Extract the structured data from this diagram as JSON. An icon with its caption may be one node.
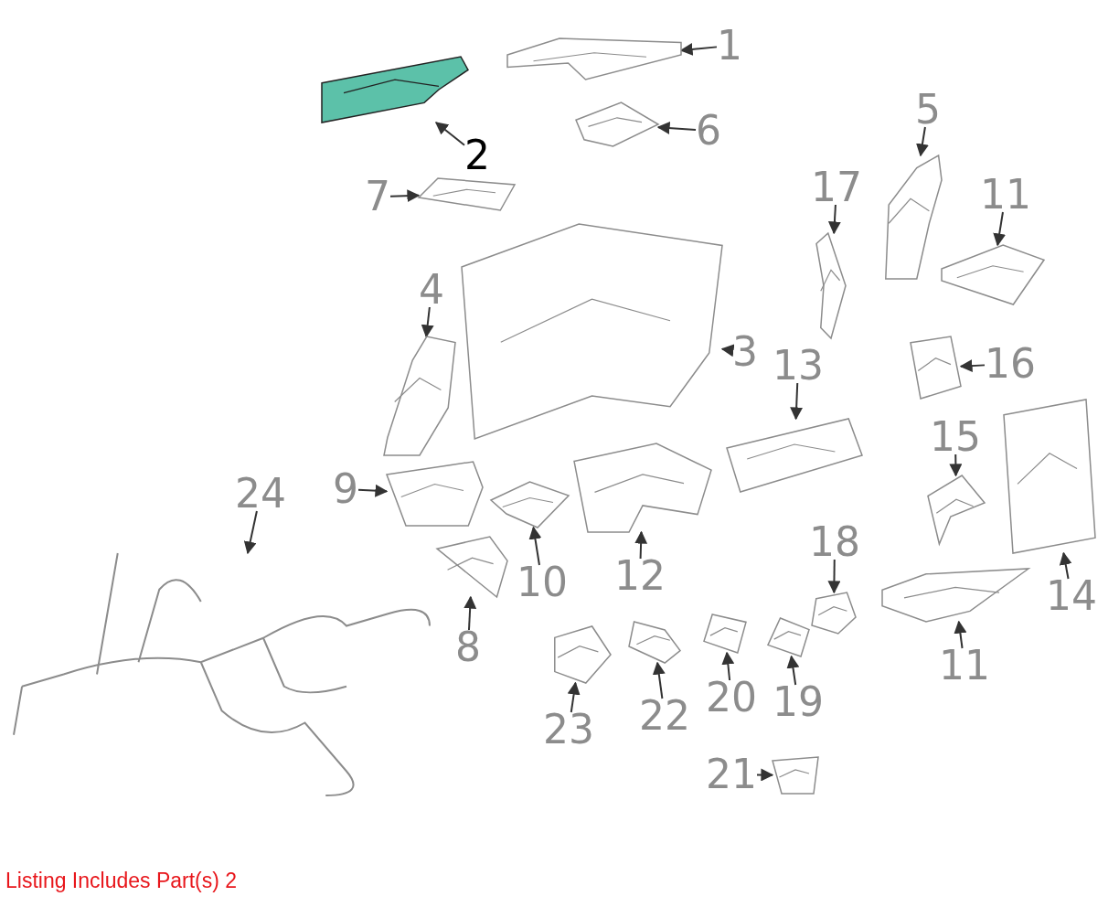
{
  "diagram": {
    "nodes": [
      {
        "text": [
          "1"
        ]
      },
      {
        "text": [],
        "shape": "picture"
      },
      {
        "text": [
          "2"
        ]
      },
      {
        "text": [],
        "shape": "picture"
      },
      {
        "text": [
          "6"
        ]
      },
      {
        "text": [],
        "shape": "picture"
      },
      {
        "text": [
          "5"
        ]
      },
      {
        "text": [],
        "shape": "picture"
      },
      {
        "text": [
          "17"
        ]
      },
      {
        "text": [],
        "shape": "picture"
      },
      {
        "text": [
          "11"
        ]
      },
      {
        "text": [],
        "shape": "picture"
      },
      {
        "text": [
          "7"
        ]
      },
      {
        "text": [],
        "shape": "picture"
      },
      {
        "text": [
          "4"
        ]
      },
      {
        "text": [],
        "shape": "picture"
      },
      {
        "text": [
          "3"
        ]
      },
      {
        "text": [],
        "shape": "picture"
      },
      {
        "text": [
          "16"
        ]
      },
      {
        "text": [],
        "shape": "picture"
      },
      {
        "text": [
          "13"
        ]
      },
      {
        "text": [],
        "shape": "picture"
      },
      {
        "text": [
          "15"
        ]
      },
      {
        "text": [],
        "shape": "picture"
      },
      {
        "text": [
          "9"
        ]
      },
      {
        "text": [],
        "shape": "picture"
      },
      {
        "text": [
          "24"
        ]
      },
      {
        "text": [],
        "shape": "picture"
      },
      {
        "text": [
          "14"
        ]
      },
      {
        "text": [],
        "shape": "picture"
      },
      {
        "text": [
          "18"
        ]
      },
      {
        "text": [],
        "shape": "picture"
      },
      {
        "text": [
          "10"
        ]
      },
      {
        "text": [],
        "shape": "picture"
      },
      {
        "text": [
          "12"
        ]
      },
      {
        "text": [],
        "shape": "picture"
      },
      {
        "text": [
          "8"
        ]
      },
      {
        "text": [],
        "shape": "picture"
      },
      {
        "text": [
          "11"
        ]
      },
      {
        "text": [],
        "shape": "picture"
      },
      {
        "text": [
          "20"
        ]
      },
      {
        "text": [],
        "shape": "picture"
      },
      {
        "text": [
          "19"
        ]
      },
      {
        "text": [],
        "shape": "picture"
      },
      {
        "text": [
          "22"
        ]
      },
      {
        "text": [],
        "shape": "picture"
      },
      {
        "text": [
          "23"
        ]
      },
      {
        "text": [],
        "shape": "picture"
      },
      {
        "text": [
          "21"
        ]
      },
      {
        "text": [],
        "shape": "picture"
      }
    ],
    "edges": [
      {
        "from": 0,
        "to": 1,
        "arrow": "to"
      },
      {
        "from": 2,
        "to": 3,
        "arrow": "to"
      },
      {
        "from": 4,
        "to": 5,
        "arrow": "to"
      },
      {
        "from": 6,
        "to": 7,
        "arrow": "to"
      },
      {
        "from": 8,
        "to": 9,
        "arrow": "to"
      },
      {
        "from": 10,
        "to": 11,
        "arrow": "to"
      },
      {
        "from": 12,
        "to": 13,
        "arrow": "to"
      },
      {
        "from": 14,
        "to": 15,
        "arrow": "to"
      },
      {
        "from": 16,
        "to": 17,
        "arrow": "to"
      },
      {
        "from": 18,
        "to": 19,
        "arrow": "to"
      },
      {
        "from": 20,
        "to": 21,
        "arrow": "to"
      },
      {
        "from": 22,
        "to": 23,
        "arrow": "to"
      },
      {
        "from": 24,
        "to": 25,
        "arrow": "to"
      },
      {
        "from": 26,
        "to": 27,
        "arrow": "to"
      },
      {
        "from": 28,
        "to": 29,
        "arrow": "to"
      },
      {
        "from": 30,
        "to": 31,
        "arrow": "to"
      },
      {
        "from": 32,
        "to": 33,
        "arrow": "to"
      },
      {
        "from": 34,
        "to": 35,
        "arrow": "to"
      },
      {
        "from": 36,
        "to": 37,
        "arrow": "to"
      },
      {
        "from": 38,
        "to": 39,
        "arrow": "to"
      },
      {
        "from": 40,
        "to": 41,
        "arrow": "to"
      },
      {
        "from": 42,
        "to": 43,
        "arrow": "to"
      },
      {
        "from": 44,
        "to": 45,
        "arrow": "to"
      },
      {
        "from": 46,
        "to": 47,
        "arrow": "to"
      },
      {
        "from": 48,
        "to": 49,
        "arrow": "to"
      }
    ],
    "labels": [
      "Listing Includes Part(s) 2"
    ]
  }
}
